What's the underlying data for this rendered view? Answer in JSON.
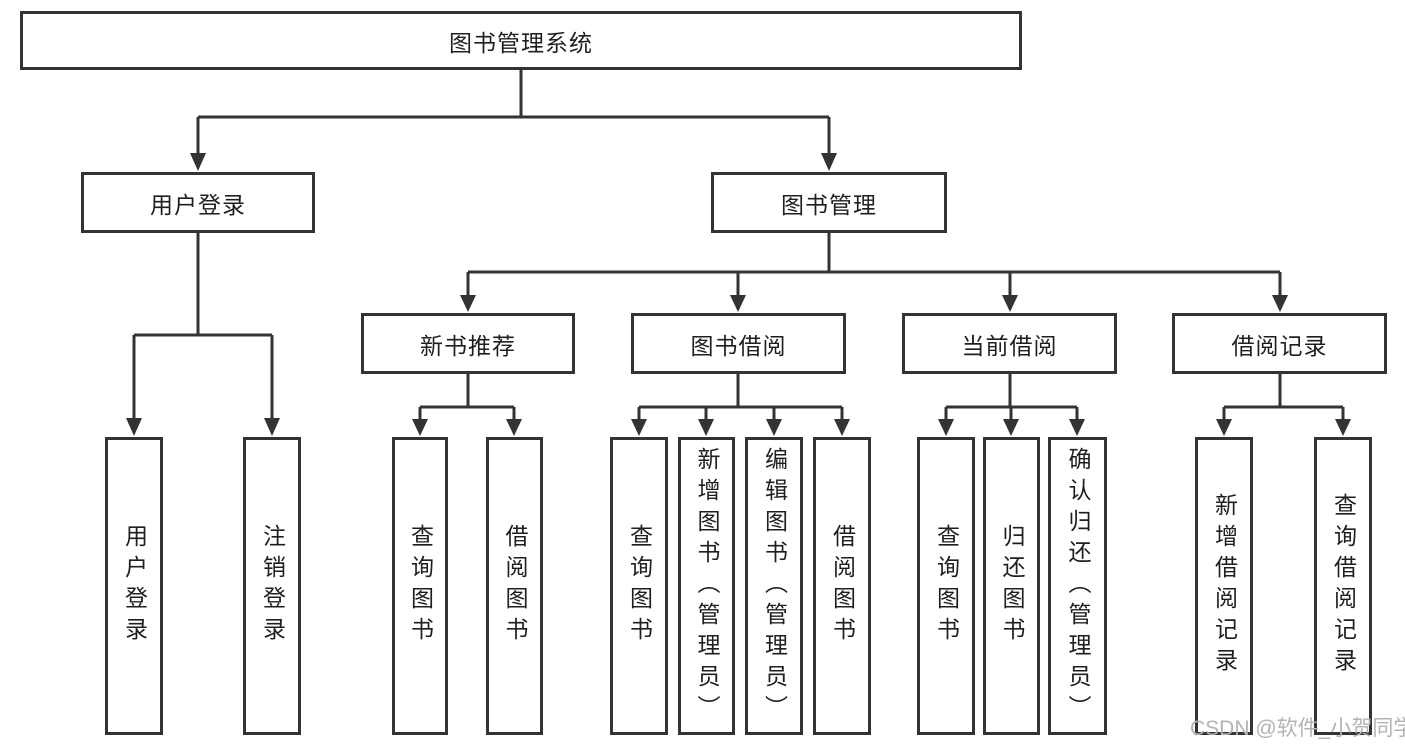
{
  "diagram_title": "图书管理系统",
  "tree": {
    "root": {
      "label": "图书管理系统"
    },
    "children": [
      {
        "label": "用户登录",
        "children": [
          {
            "label": "用户登录"
          },
          {
            "label": "注销登录"
          }
        ]
      },
      {
        "label": "图书管理",
        "children": [
          {
            "label": "新书推荐",
            "children": [
              {
                "label": "查询图书"
              },
              {
                "label": "借阅图书"
              }
            ]
          },
          {
            "label": "图书借阅",
            "children": [
              {
                "label": "查询图书"
              },
              {
                "label": "新增图书（管理员）"
              },
              {
                "label": "编辑图书（管理员）"
              },
              {
                "label": "借阅图书"
              }
            ]
          },
          {
            "label": "当前借阅",
            "children": [
              {
                "label": "查询图书"
              },
              {
                "label": "归还图书"
              },
              {
                "label": "确认归还（管理员）"
              }
            ]
          },
          {
            "label": "借阅记录",
            "children": [
              {
                "label": "新增借阅记录"
              },
              {
                "label": "查询借阅记录"
              }
            ]
          }
        ]
      }
    ]
  },
  "watermark": {
    "text": "CSDN @软件_小贺同学"
  },
  "colors": {
    "line": "#333333",
    "box_border": "#333333",
    "box_fill": "#ffffff",
    "text": "#1f1f1f",
    "watermark": "#b3b3b3",
    "background": "#ffffff"
  }
}
